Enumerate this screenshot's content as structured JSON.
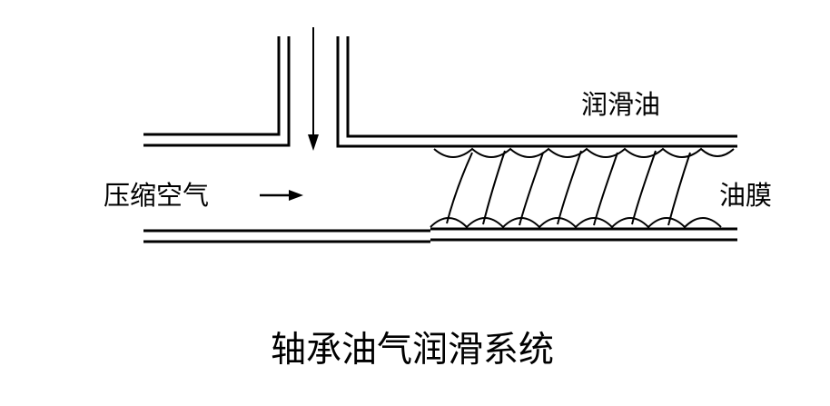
{
  "diagram": {
    "title": "轴承油气润滑系统",
    "labels": {
      "compressed_air": "压缩空气",
      "lubricating_oil": "润滑油",
      "oil_film": "油膜"
    }
  }
}
